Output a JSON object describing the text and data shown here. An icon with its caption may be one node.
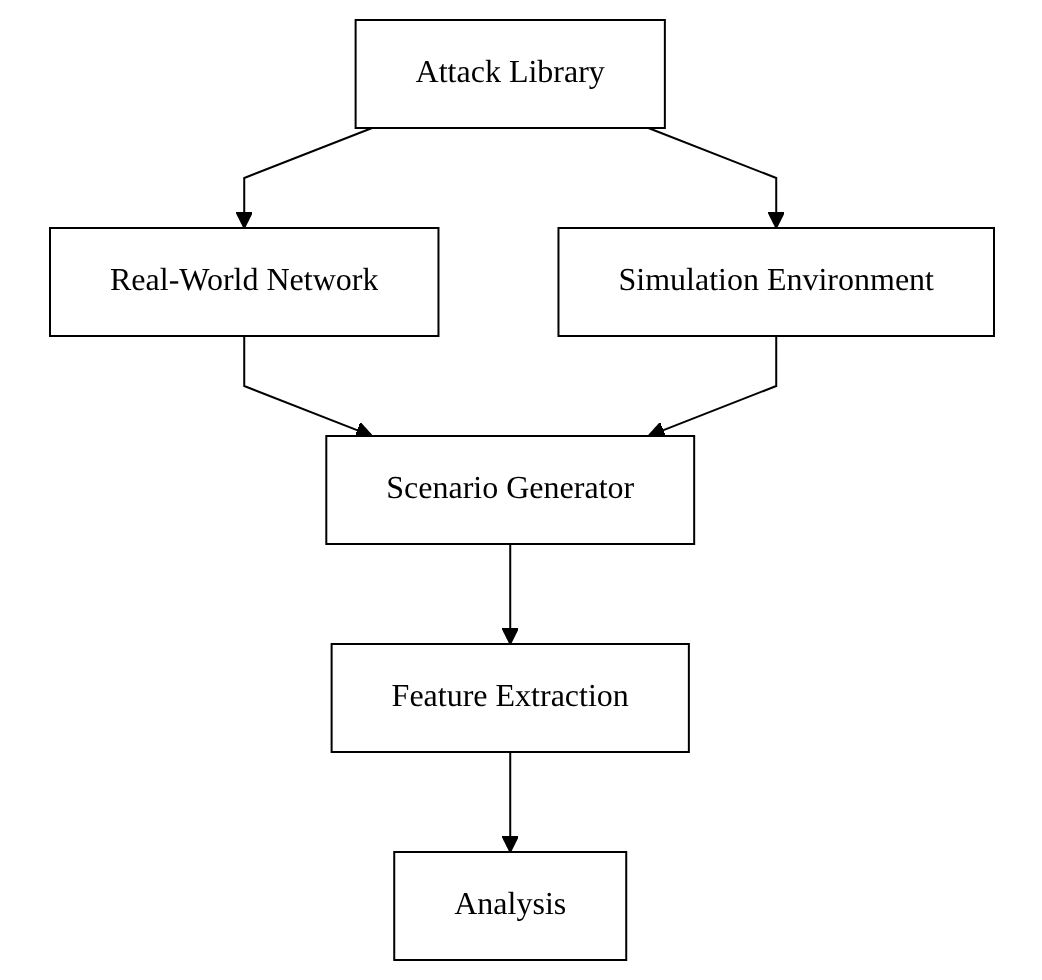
{
  "diagram": {
    "nodes": [
      {
        "text": [
          "Attack Library"
        ]
      },
      {
        "text": [
          "Real-World Network"
        ]
      },
      {
        "text": [
          "Simulation Environment"
        ]
      },
      {
        "text": [
          "Scenario Generator"
        ]
      },
      {
        "text": [
          "Feature Extraction"
        ]
      },
      {
        "text": [
          "Analysis"
        ]
      }
    ],
    "edges": [
      {
        "from": 0,
        "to": 1,
        "arrow": "to"
      },
      {
        "from": 0,
        "to": 2,
        "arrow": "to"
      },
      {
        "from": 1,
        "to": 3,
        "arrow": "to"
      },
      {
        "from": 2,
        "to": 3,
        "arrow": "to"
      },
      {
        "from": 3,
        "to": 4,
        "arrow": "to"
      },
      {
        "from": 4,
        "to": 5,
        "arrow": "to"
      }
    ]
  }
}
